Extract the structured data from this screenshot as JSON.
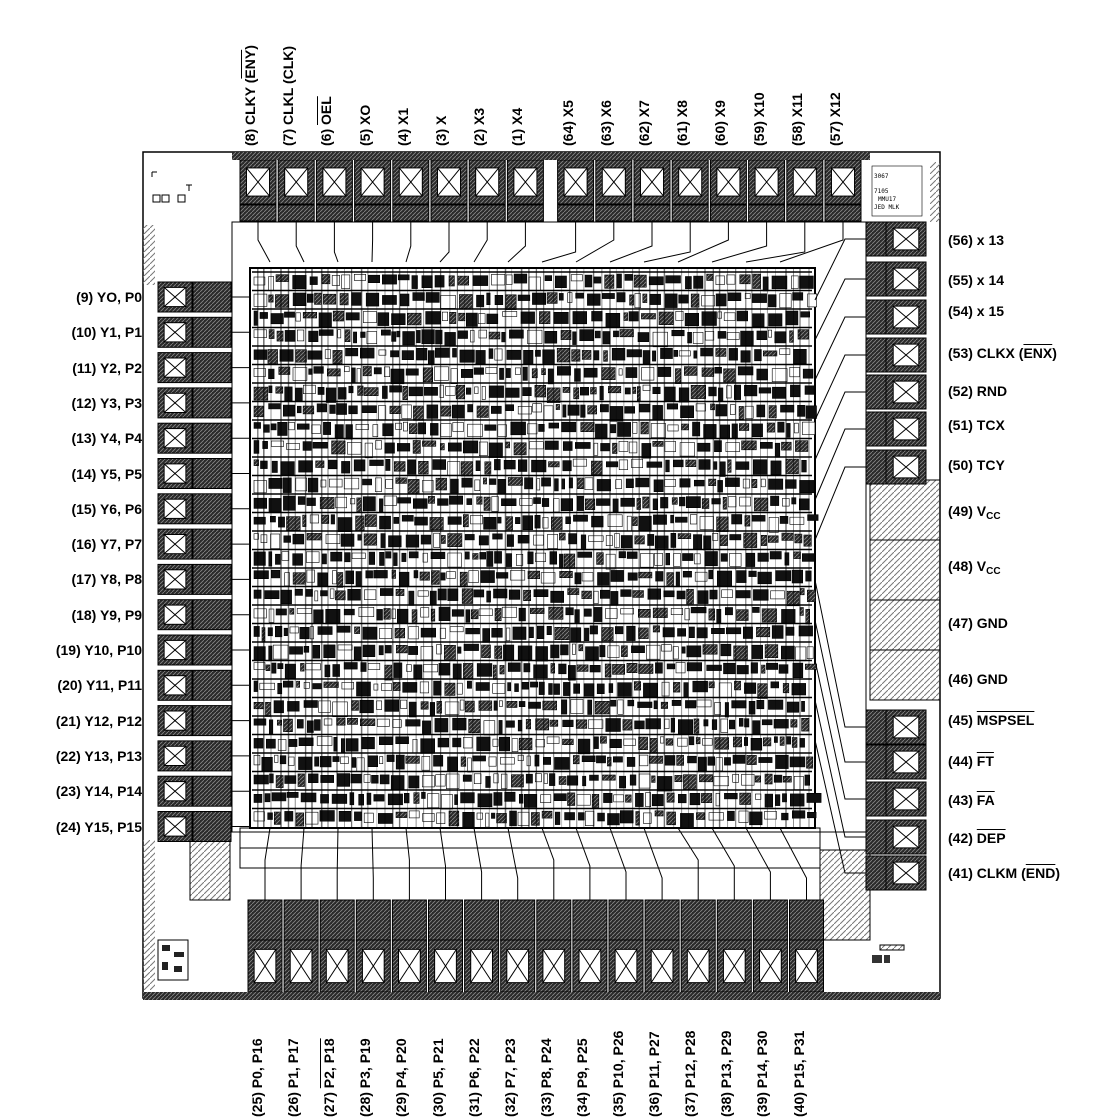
{
  "colors": {
    "ink": "#000000",
    "paper": "#ffffff",
    "metal": "#1a1a1a",
    "hatch": "#666666"
  },
  "die": {
    "markings": [
      "3067",
      "7105",
      "MMU17",
      "JED MLK"
    ]
  },
  "pins": {
    "top": [
      {
        "pre": "(8) CLKY (",
        "ov": "ENY",
        "post": ")"
      },
      {
        "pre": "(7) CLKL (CLK)",
        "ov": "",
        "post": ""
      },
      {
        "pre": "(6) ",
        "ov": "OEL",
        "post": ""
      },
      {
        "pre": "(5) XO",
        "ov": "",
        "post": ""
      },
      {
        "pre": "(4) X1",
        "ov": "",
        "post": ""
      },
      {
        "pre": "(3) X",
        "ov": "",
        "post": ""
      },
      {
        "pre": "(2) X3",
        "ov": "",
        "post": ""
      },
      {
        "pre": "(1) X4",
        "ov": "",
        "post": ""
      },
      {
        "pre": "(64) X5",
        "ov": "",
        "post": ""
      },
      {
        "pre": "(63) X6",
        "ov": "",
        "post": ""
      },
      {
        "pre": "(62) X7",
        "ov": "",
        "post": ""
      },
      {
        "pre": "(61) X8",
        "ov": "",
        "post": ""
      },
      {
        "pre": "(60) X9",
        "ov": "",
        "post": ""
      },
      {
        "pre": "(59) X10",
        "ov": "",
        "post": ""
      },
      {
        "pre": "(58) X11",
        "ov": "",
        "post": ""
      },
      {
        "pre": "(57) X12",
        "ov": "",
        "post": ""
      }
    ],
    "left": [
      "(9) YO, P0",
      "(10) Y1, P1",
      "(11) Y2, P2",
      "(12) Y3, P3",
      "(13) Y4, P4",
      "(14) Y5, P5",
      "(15) Y6, P6",
      "(16) Y7, P7",
      "(17) Y8, P8",
      "(18) Y9, P9",
      "(19) Y10, P10",
      "(20) Y11, P11",
      "(21) Y12, P12",
      "(22) Y13, P13",
      "(23) Y14, P14",
      "(24) Y15, P15"
    ],
    "right": [
      {
        "pre": "(56) x 13",
        "ov": "",
        "post": "",
        "sub": ""
      },
      {
        "pre": "(55) x 14",
        "ov": "",
        "post": "",
        "sub": ""
      },
      {
        "pre": "(54) x 15",
        "ov": "",
        "post": "",
        "sub": ""
      },
      {
        "pre": "(53) CLKX (",
        "ov": "ENX",
        "post": ")",
        "sub": ""
      },
      {
        "pre": "(52) RND",
        "ov": "",
        "post": "",
        "sub": ""
      },
      {
        "pre": "(51) TCX",
        "ov": "",
        "post": "",
        "sub": ""
      },
      {
        "pre": "(50) TCY",
        "ov": "",
        "post": "",
        "sub": ""
      },
      {
        "pre": "(49) V",
        "ov": "",
        "post": "",
        "sub": "CC"
      },
      {
        "pre": "(48) V",
        "ov": "",
        "post": "",
        "sub": "CC"
      },
      {
        "pre": "(47) GND",
        "ov": "",
        "post": "",
        "sub": ""
      },
      {
        "pre": "(46) GND",
        "ov": "",
        "post": "",
        "sub": ""
      },
      {
        "pre": "(45) ",
        "ov": "MSPSEL",
        "post": "",
        "sub": ""
      },
      {
        "pre": "(44) ",
        "ov": "FT",
        "post": "",
        "sub": ""
      },
      {
        "pre": "(43) ",
        "ov": "FA",
        "post": "",
        "sub": ""
      },
      {
        "pre": "(42) ",
        "ov": "DEP",
        "post": "",
        "sub": ""
      },
      {
        "pre": "(41) CLKM (",
        "ov": "END",
        "post": ")",
        "sub": ""
      }
    ],
    "bottom": [
      {
        "pre": "(25) P0, P16",
        "ov": "",
        "post": ""
      },
      {
        "pre": "(26) P1, P17",
        "ov": "",
        "post": ""
      },
      {
        "pre": "(27) ",
        "ov": "P2, P18",
        "post": ""
      },
      {
        "pre": "(28) P3, P19",
        "ov": "",
        "post": ""
      },
      {
        "pre": "(29) P4, P20",
        "ov": "",
        "post": ""
      },
      {
        "pre": "(30) P5, P21",
        "ov": "",
        "post": ""
      },
      {
        "pre": "(31) P6, P22",
        "ov": "",
        "post": ""
      },
      {
        "pre": "(32) P7, P23",
        "ov": "",
        "post": ""
      },
      {
        "pre": "(33) P8, P24",
        "ov": "",
        "post": ""
      },
      {
        "pre": "(34) P9, P25",
        "ov": "",
        "post": ""
      },
      {
        "pre": "(35) P10, P26",
        "ov": "",
        "post": ""
      },
      {
        "pre": "(36) P11, P27",
        "ov": "",
        "post": ""
      },
      {
        "pre": "(37) P12, P28",
        "ov": "",
        "post": ""
      },
      {
        "pre": "(38) P13, P29",
        "ov": "",
        "post": ""
      },
      {
        "pre": "(39) P14, P30",
        "ov": "",
        "post": ""
      },
      {
        "pre": "(40) P15, P31",
        "ov": "",
        "post": ""
      }
    ]
  }
}
